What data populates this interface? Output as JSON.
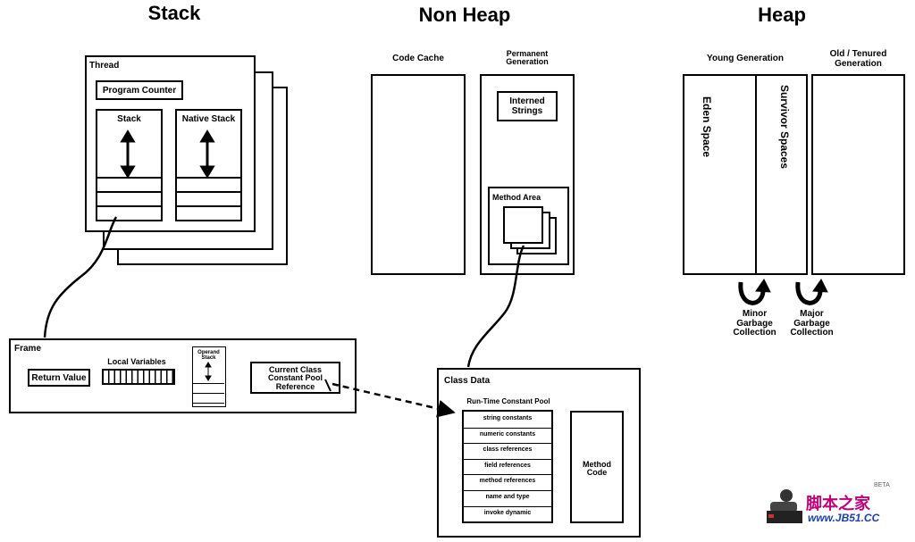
{
  "sections": {
    "stack": "Stack",
    "nonheap": "Non Heap",
    "heap": "Heap"
  },
  "thread": {
    "label": "Thread",
    "program_counter": "Program Counter",
    "stack": "Stack",
    "native_stack": "Native Stack"
  },
  "nonheap": {
    "code_cache": "Code Cache",
    "permanent_generation": "Permanent\nGeneration",
    "interned_strings": "Interned\nStrings",
    "method_area": "Method Area"
  },
  "heap": {
    "young_generation": "Young Generation",
    "old_generation": "Old / Tenured\nGeneration",
    "eden_space": "Eden Space",
    "survivor_spaces": "Survivor Spaces",
    "minor_gc": "Minor\nGarbage\nCollection",
    "major_gc": "Major\nGarbage\nCollection"
  },
  "frame": {
    "label": "Frame",
    "return_value": "Return Value",
    "local_variables": "Local Variables",
    "operand_stack": "Operand\nStack",
    "constant_pool_ref": "Current Class\nConstant Pool\nReference"
  },
  "class_data": {
    "label": "Class Data",
    "runtime_constant_pool": "Run-Time Constant Pool",
    "pool_entries": [
      "string constants",
      "numeric constants",
      "class references",
      "field references",
      "method references",
      "name and type",
      "invoke dynamic"
    ],
    "method_code": "Method\nCode"
  },
  "watermark": {
    "beta": "BETA",
    "cn": "脚本之家",
    "url": "www.JB51.CC"
  }
}
